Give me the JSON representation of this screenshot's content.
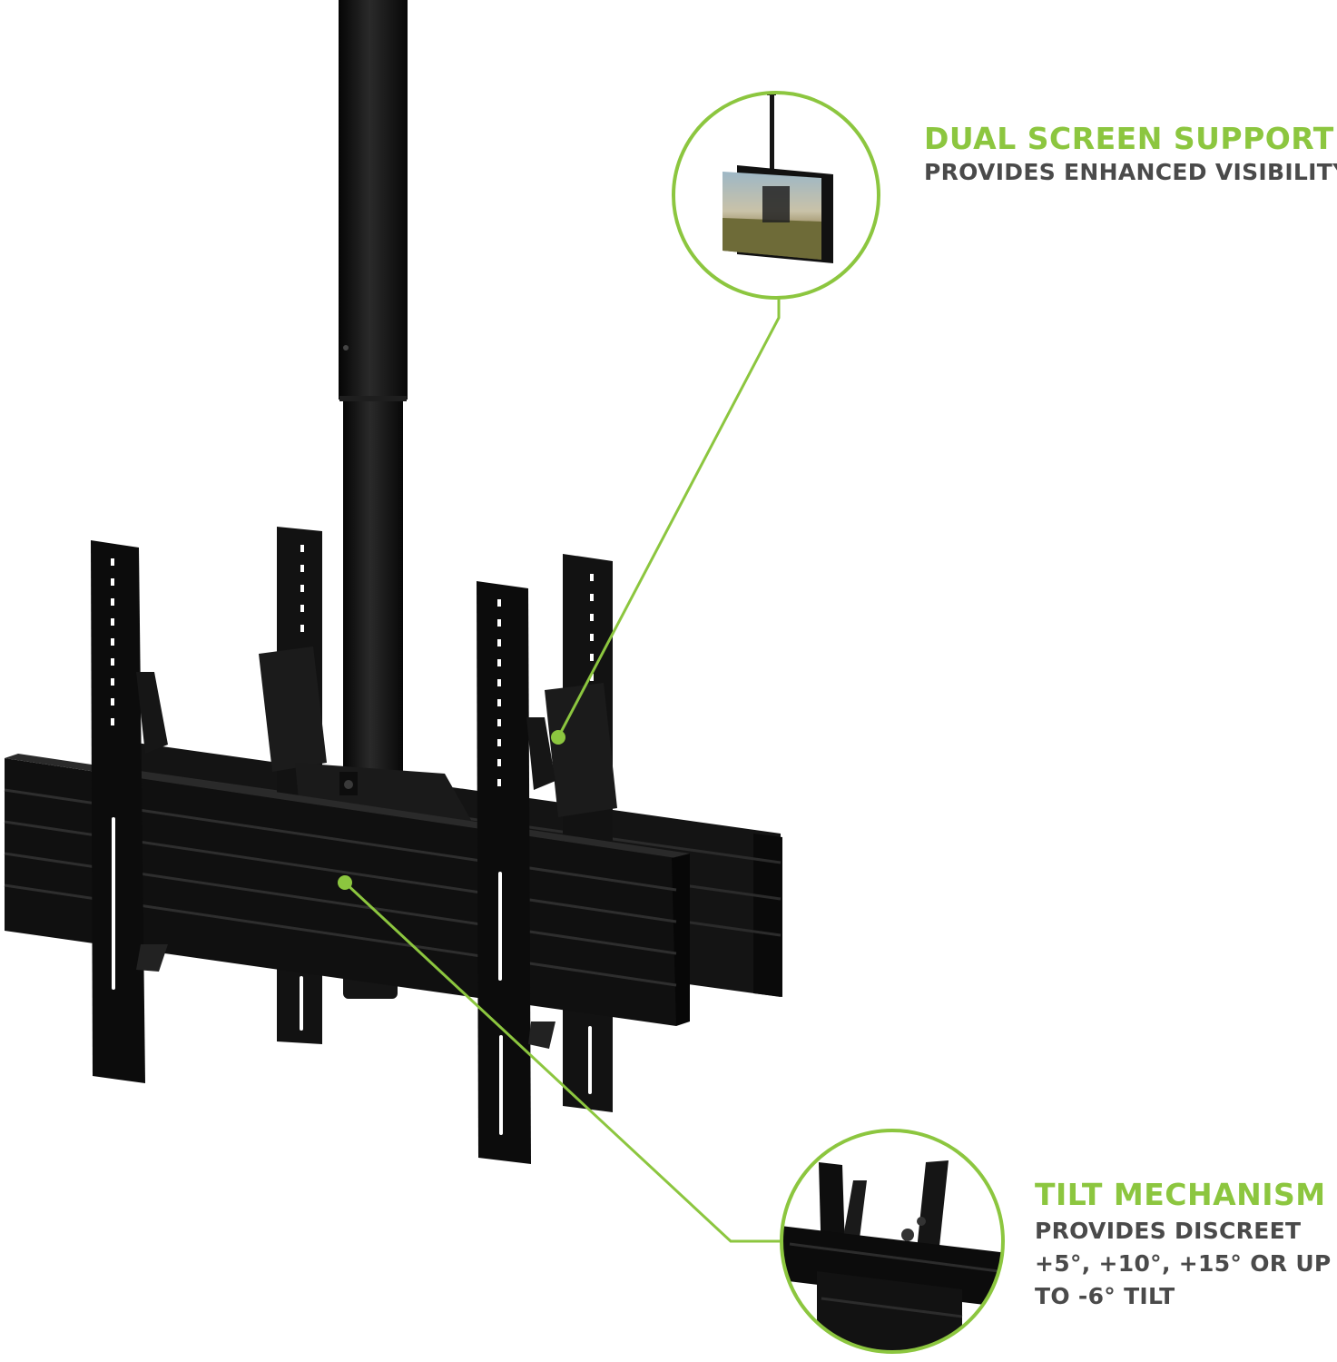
{
  "accent_color": "#8cc63f",
  "text_color": "#4a4a4a",
  "product_color": "#111111",
  "callouts": [
    {
      "title": "DUAL SCREEN SUPPORT",
      "lines": [
        "PROVIDES ENHANCED VISIBILITY"
      ]
    },
    {
      "title": "TILT MECHANISM",
      "lines": [
        "PROVIDES DISCREET",
        "+5°, +10°, +15° OR UP",
        "TO -6° TILT"
      ]
    }
  ]
}
